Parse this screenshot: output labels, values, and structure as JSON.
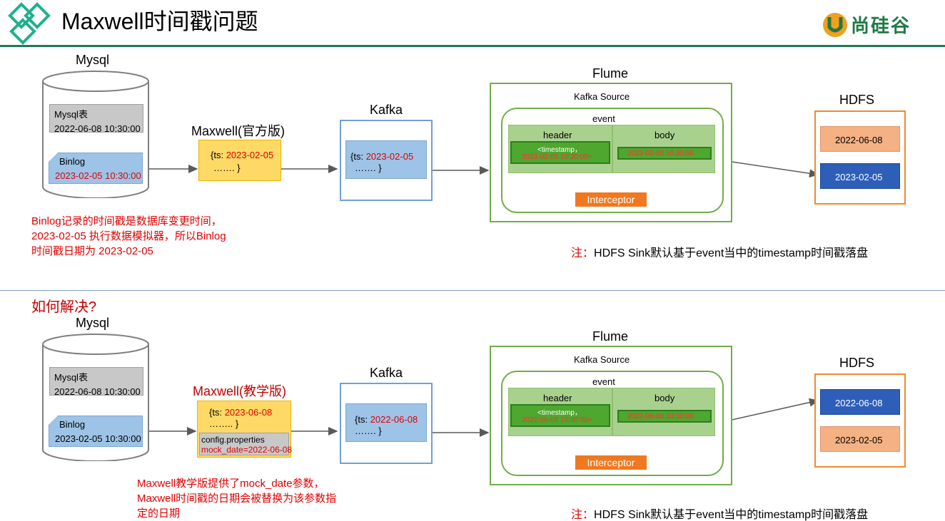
{
  "header": {
    "title": "Maxwell时间戳问题",
    "logo": "尚硅谷"
  },
  "top": {
    "mysql_label": "Mysql",
    "mysql_table": "Mysql表",
    "mysql_time": "2022-06-08 10:30:00",
    "binlog_label": "Binlog",
    "binlog_time": "2023-02-05 10:30:00",
    "maxwell_label": "Maxwell(官方版)",
    "maxwell_ts_prefix": "{ts: ",
    "maxwell_ts_value": "2023-02-05",
    "maxwell_dots": "…….      }",
    "kafka_label": "Kafka",
    "kafka_ts_prefix": "{ts: ",
    "kafka_ts_value": "2023-02-05",
    "kafka_dots": "…….      }",
    "flume_label": "Flume",
    "kafka_source": "Kafka Source",
    "event": "event",
    "header_col": "header",
    "body_col": "body",
    "header_val1": "<timestamp，",
    "header_val2": "2023-02-05 10:30:00>",
    "body_val": "2023-02-05 10:30:00",
    "interceptor": "Interceptor",
    "hdfs_label": "HDFS",
    "hdfs_item1": "2022-06-08",
    "hdfs_item2": "2023-02-05",
    "note_line1": "Binlog记录的时间戳是数据库变更时间，",
    "note_line2": "2023-02-05 执行数据模拟器，所以Binlog",
    "note_line3": "时间戳日期为 2023-02-05",
    "zhu_prefix": "注：",
    "zhu_text": "HDFS Sink默认基于event当中的timestamp时间戳落盘"
  },
  "bottom": {
    "question": "如何解决?",
    "mysql_label": "Mysql",
    "mysql_table": "Mysql表",
    "mysql_time": "2022-06-08 10:30:00",
    "binlog_label": "Binlog",
    "binlog_time": "2023-02-05 10:30:00",
    "maxwell_label": "Maxwell(教学版)",
    "maxwell_ts_prefix": "{ts: ",
    "maxwell_ts_value": "2023-06-08",
    "maxwell_dots": "……..      }",
    "config_label": "config.properties",
    "config_value": "mock_date=2022-06-08",
    "kafka_label": "Kafka",
    "kafka_ts_prefix": "{ts: ",
    "kafka_ts_value": "2022-06-08",
    "kafka_dots": "…….      }",
    "flume_label": "Flume",
    "kafka_source": "Kafka Source",
    "event": "event",
    "header_col": "header",
    "body_col": "body",
    "header_val1": "<timestamp，",
    "header_val2": "2022-06-08 10:30:00>",
    "body_val": "2022-06-08 10:30:00",
    "interceptor": "Interceptor",
    "hdfs_label": "HDFS",
    "hdfs_item1": "2022-06-08",
    "hdfs_item2": "2023-02-05",
    "note_line1": "Maxwell教学版提供了mock_date参数，",
    "note_line2": "Maxwell时间戳的日期会被替换为该参数指",
    "note_line3": "定的日期",
    "zhu_prefix": "注：",
    "zhu_text": "HDFS Sink默认基于event当中的timestamp时间戳落盘"
  },
  "colors": {
    "brand_green": "#1e7a55",
    "red_text": "#e00000",
    "kafka_blue": "#6fa0d8",
    "flume_green": "#70ad47",
    "hdfs_orange": "#f08a30",
    "interceptor_orange": "#f07820"
  }
}
